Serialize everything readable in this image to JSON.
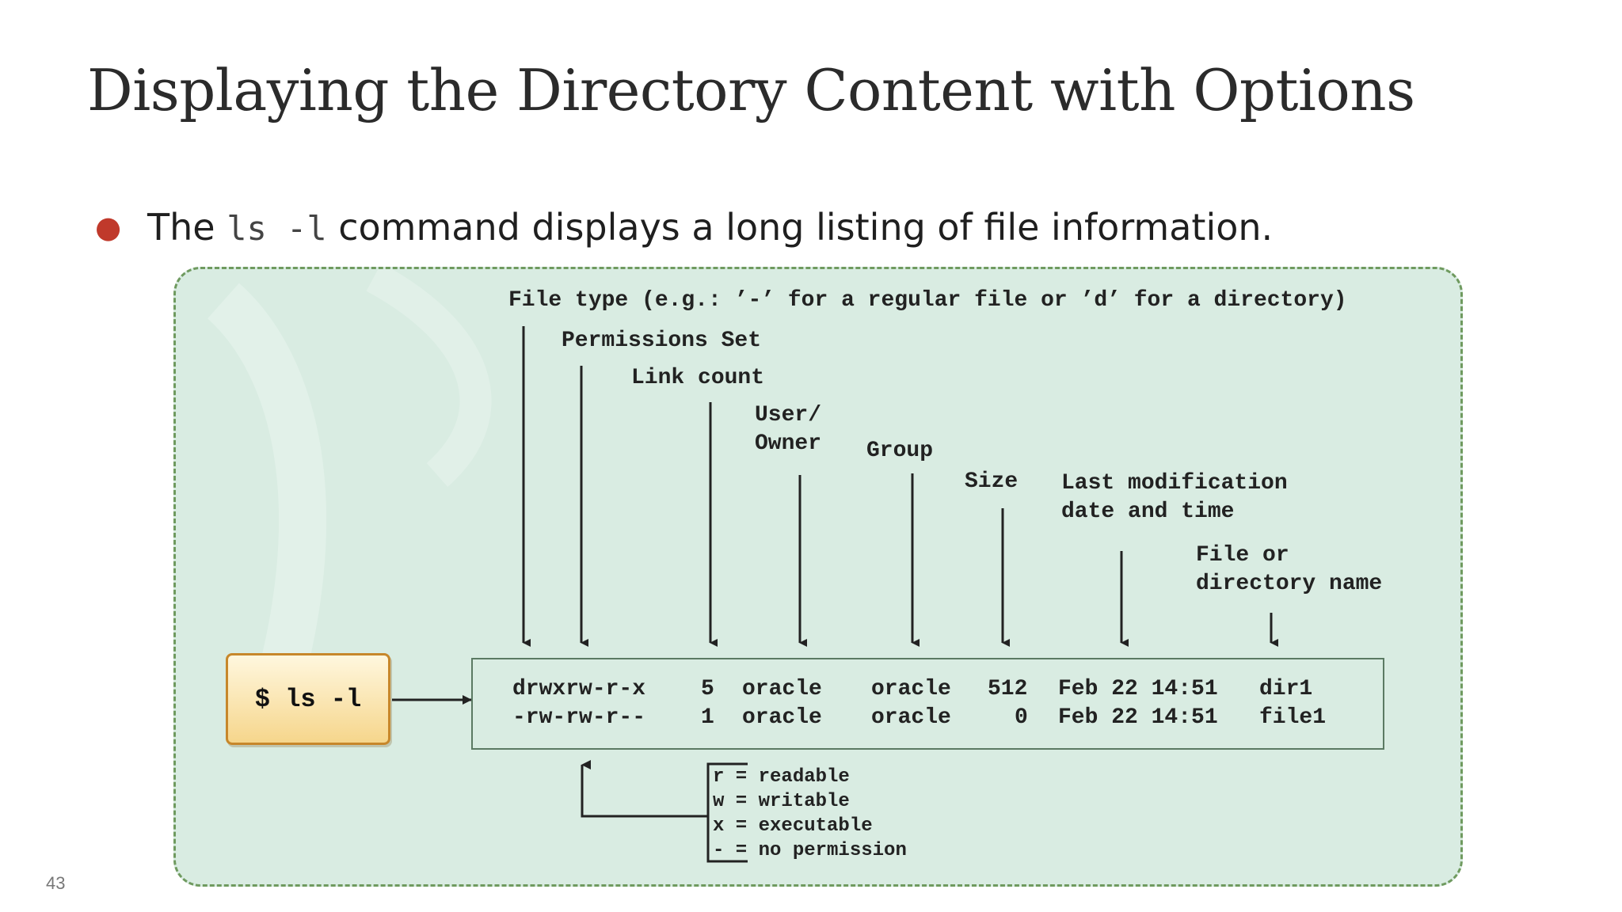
{
  "slide": {
    "title": "Displaying the Directory Content with Options",
    "bullet": {
      "before": "The ",
      "code": "ls -l",
      "after": " command displays a long listing of file information."
    },
    "page_number": "43"
  },
  "diagram": {
    "labels": {
      "file_type": "File type (e.g.: ’-’ for a regular file or ’d’ for a directory)",
      "permissions": "Permissions Set",
      "link_count": "Link count",
      "user_line1": "User/",
      "user_line2": "Owner",
      "group": "Group",
      "size": "Size",
      "modtime_line1": "Last modification",
      "modtime_line2": "date and time",
      "name_line1": "File or",
      "name_line2": "directory name"
    },
    "command": "$ ls -l",
    "rows": [
      {
        "perms": "drwxrw-r-x",
        "links": "5",
        "owner": "oracle",
        "group": "oracle",
        "size": "512",
        "date": "Feb 22 14:51",
        "name": "dir1"
      },
      {
        "perms": "-rw-rw-r--",
        "links": "1",
        "owner": "oracle",
        "group": "oracle",
        "size": "0",
        "date": "Feb 22 14:51",
        "name": "file1"
      }
    ],
    "legend": [
      "r = readable",
      "w = writable",
      "x = executable",
      "- = no permission"
    ]
  },
  "colors": {
    "bullet": "#c0392b",
    "panel_bg": "#d9ece2",
    "panel_border": "#6f9a5f",
    "command_border": "#c7872b"
  }
}
